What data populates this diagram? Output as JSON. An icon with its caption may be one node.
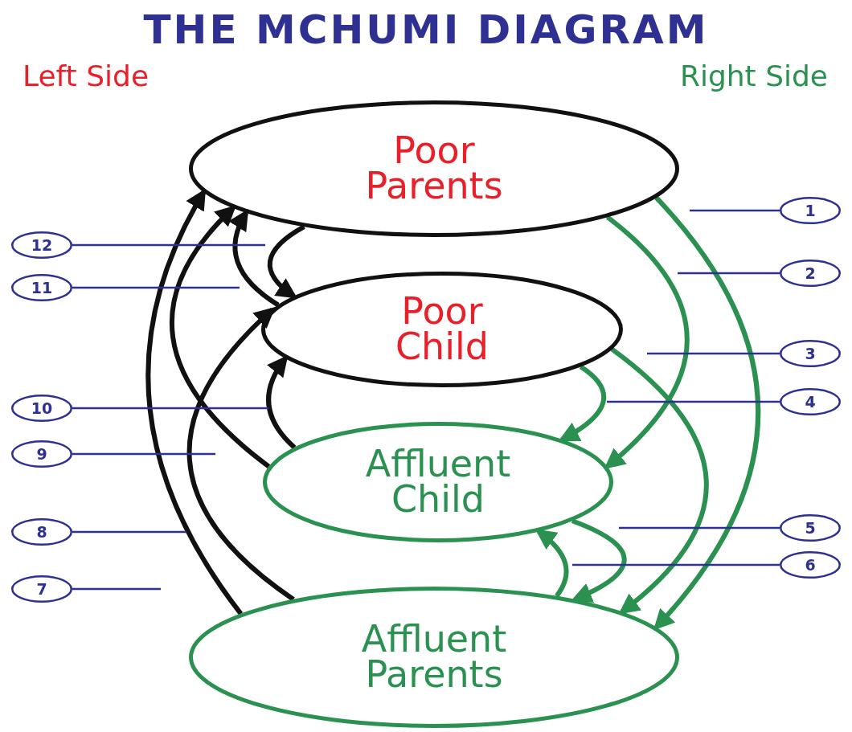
{
  "diagram": {
    "title": "THE MCHUMI DIAGRAM",
    "nodes": [
      {
        "text": [
          "Poor Parents"
        ]
      },
      {
        "text": [
          "Poor Child"
        ]
      },
      {
        "text": [
          "Affluent Child"
        ]
      },
      {
        "text": [
          "Affluent Parents"
        ]
      },
      {
        "text": [
          "1"
        ]
      },
      {
        "text": [
          "2"
        ]
      },
      {
        "text": [
          "3"
        ]
      },
      {
        "text": [
          "4"
        ]
      },
      {
        "text": [
          "5"
        ]
      },
      {
        "text": [
          "6"
        ]
      },
      {
        "text": [
          "7"
        ]
      },
      {
        "text": [
          "8"
        ]
      },
      {
        "text": [
          "9"
        ]
      },
      {
        "text": [
          "10"
        ]
      },
      {
        "text": [
          "11"
        ]
      },
      {
        "text": [
          "12"
        ]
      }
    ],
    "edges": [
      {
        "from": 0,
        "to": 3,
        "arrow": "to",
        "style": "thick",
        "color": "#2a9150"
      },
      {
        "from": 0,
        "to": 2,
        "arrow": "to",
        "style": "thick",
        "color": "#2a9150"
      },
      {
        "from": 1,
        "to": 3,
        "arrow": "to",
        "style": "thick",
        "color": "#2a9150"
      },
      {
        "from": 1,
        "to": 2,
        "arrow": "to",
        "style": "thick",
        "color": "#2a9150"
      },
      {
        "from": 2,
        "to": 3,
        "arrow": "to",
        "style": "thick",
        "color": "#2a9150"
      },
      {
        "from": 3,
        "to": 2,
        "arrow": "to",
        "style": "thick",
        "color": "#2a9150"
      },
      {
        "from": 3,
        "to": 0,
        "arrow": "to",
        "style": "thick",
        "color": "#111111"
      },
      {
        "from": 3,
        "to": 1,
        "arrow": "to",
        "style": "thick",
        "color": "#111111"
      },
      {
        "from": 2,
        "to": 0,
        "arrow": "to",
        "style": "thick",
        "color": "#111111"
      },
      {
        "from": 2,
        "to": 1,
        "arrow": "to",
        "style": "thick",
        "color": "#111111"
      },
      {
        "from": 1,
        "to": 0,
        "arrow": "to",
        "style": "thick",
        "color": "#111111"
      },
      {
        "from": 0,
        "to": 1,
        "arrow": "to",
        "style": "thick",
        "color": "#111111"
      },
      {
        "from": 4,
        "to": null,
        "arrow": "none",
        "color": "#2e3192"
      },
      {
        "from": 5,
        "to": null,
        "arrow": "none",
        "color": "#2e3192"
      },
      {
        "from": 6,
        "to": null,
        "arrow": "none",
        "color": "#2e3192"
      },
      {
        "from": 7,
        "to": null,
        "arrow": "none",
        "color": "#2e3192"
      },
      {
        "from": 8,
        "to": null,
        "arrow": "none",
        "color": "#2e3192"
      },
      {
        "from": 9,
        "to": null,
        "arrow": "none",
        "color": "#2e3192"
      },
      {
        "from": 10,
        "to": null,
        "arrow": "none",
        "color": "#2e3192"
      },
      {
        "from": 11,
        "to": null,
        "arrow": "none",
        "color": "#2e3192"
      },
      {
        "from": 12,
        "to": null,
        "arrow": "none",
        "color": "#2e3192"
      },
      {
        "from": 13,
        "to": null,
        "arrow": "none",
        "color": "#2e3192"
      },
      {
        "from": 14,
        "to": null,
        "arrow": "none",
        "color": "#2e3192"
      },
      {
        "from": 15,
        "to": null,
        "arrow": "none",
        "color": "#2e3192"
      }
    ],
    "labels": [
      "Left Side",
      "Right Side"
    ]
  }
}
